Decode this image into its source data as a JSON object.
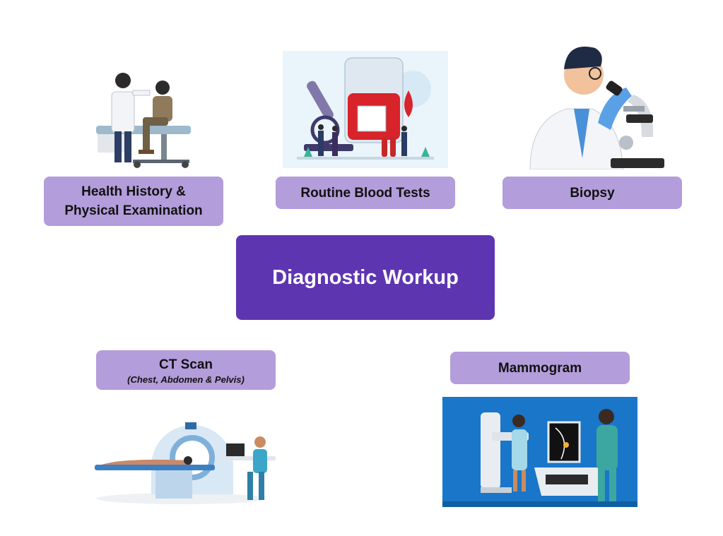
{
  "center": {
    "title": "Diagnostic Workup"
  },
  "nodes": {
    "history": {
      "line1": "Health History &",
      "line2": "Physical Examination"
    },
    "blood": {
      "label": "Routine Blood Tests"
    },
    "biopsy": {
      "label": "Biopsy"
    },
    "ct": {
      "label": "CT Scan",
      "sub": "(Chest, Abdomen & Pelvis)"
    },
    "mammo": {
      "label": "Mammogram"
    }
  },
  "colors": {
    "center_fill": "#5e35b1",
    "label_fill": "#b39ddb",
    "text": "#111111",
    "center_text": "#ffffff"
  }
}
